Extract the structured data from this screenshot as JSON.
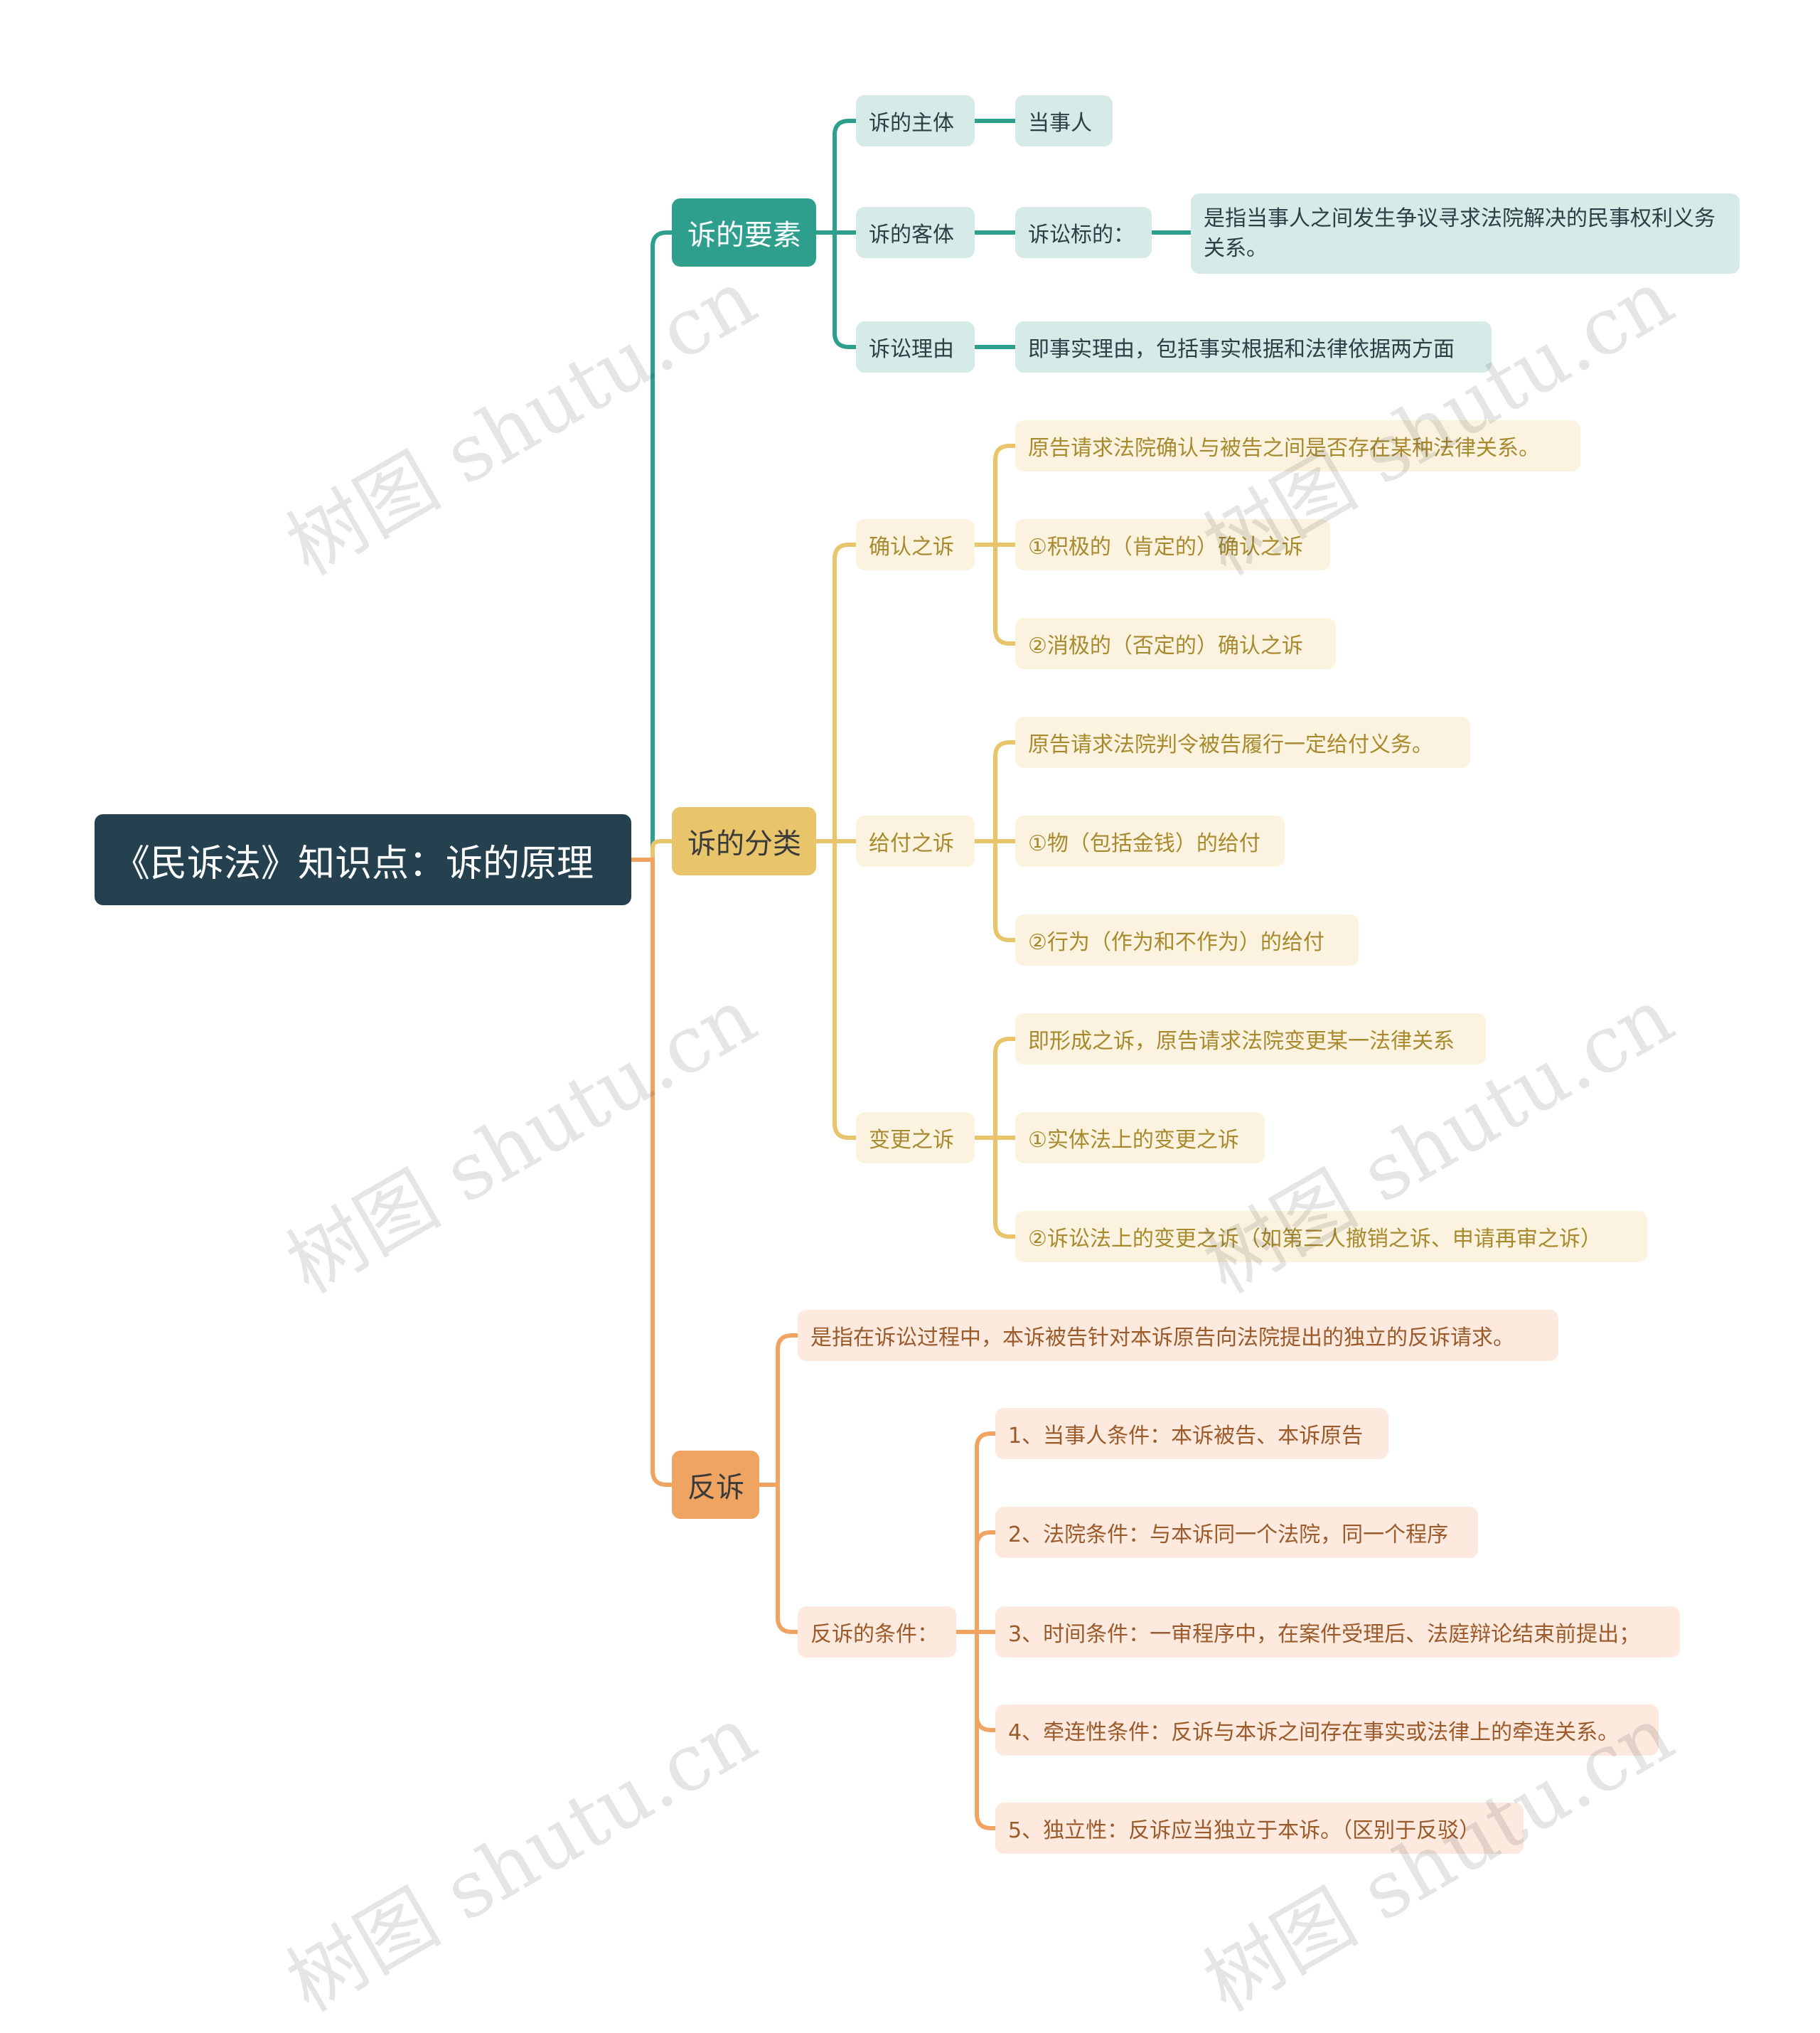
{
  "root": "《民诉法》知识点：诉的原理",
  "branch_elements": {
    "label": "诉的要素",
    "subject": "诉的主体",
    "subject_detail": "当事人",
    "object": "诉的客体",
    "object_label": "诉讼标的：",
    "object_detail": "是指当事人之间发生争议寻求法院解决的民事权利义务关系。",
    "reason": "诉讼理由",
    "reason_detail": "即事实理由，包括事实根据和法律依据两方面"
  },
  "branch_classes": {
    "label": "诉的分类",
    "confirm": "确认之诉",
    "confirm_items": [
      "原告请求法院确认与被告之间是否存在某种法律关系。",
      "①积极的（肯定的）确认之诉",
      "②消极的（否定的）确认之诉"
    ],
    "payment": "给付之诉",
    "payment_items": [
      "原告请求法院判令被告履行一定给付义务。",
      "①物（包括金钱）的给付",
      "②行为（作为和不作为）的给付"
    ],
    "change": "变更之诉",
    "change_items": [
      "即形成之诉，原告请求法院变更某一法律关系",
      "①实体法上的变更之诉",
      "②诉讼法上的变更之诉（如第三人撤销之诉、申请再审之诉）"
    ]
  },
  "branch_counter": {
    "label": "反诉",
    "definition": "是指在诉讼过程中，本诉被告针对本诉原告向法院提出的独立的反诉请求。",
    "conditions": "反诉的条件：",
    "condition_items": [
      "1、当事人条件：本诉被告、本诉原告",
      "2、法院条件：与本诉同一个法院，同一个程序",
      "3、时间条件：一审程序中，在案件受理后、法庭辩论结束前提出；",
      "4、牵连性条件：反诉与本诉之间存在事实或法律上的牵连关系。",
      "5、独立性：反诉应当独立于本诉。（区别于反驳）"
    ]
  },
  "watermark": "树图 shutu.cn",
  "colors": {
    "root": "#25404f",
    "teal": "#2e9f8d",
    "gold": "#e8c46b",
    "orange": "#f0a462"
  }
}
